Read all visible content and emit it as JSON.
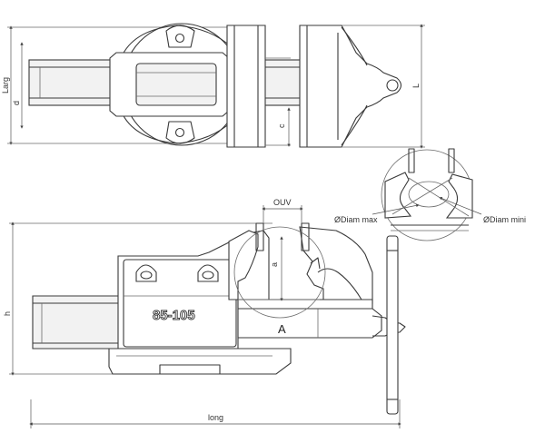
{
  "labels": {
    "larg": "Larg",
    "d": "d",
    "c": "c",
    "L": "L",
    "ouv": "OUV",
    "a": "a",
    "h": "h",
    "long": "long",
    "diam_max": "ØDiam max",
    "diam_mini": "ØDiam mini",
    "detail": "A"
  },
  "model": {
    "number": "85-105"
  }
}
